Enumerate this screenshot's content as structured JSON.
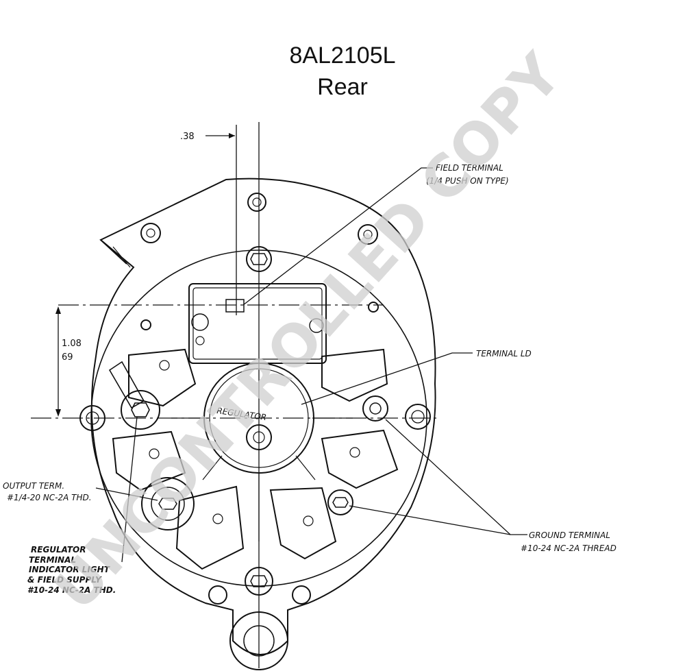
{
  "header": {
    "part_number": "8AL2105L",
    "view": "Rear"
  },
  "dimensions": {
    "top_offset": ".38",
    "height_a": "1.08",
    "height_b": "69"
  },
  "callouts": {
    "field_terminal_line1": "FIELD TERMINAL",
    "field_terminal_line2": "(1/4 PUSH ON TYPE)",
    "terminal_ld": "TERMINAL LD",
    "output_term_line1": "OUTPUT TERM.",
    "output_term_line2": "#1/4-20 NC-2A THD.",
    "ground_terminal_line1": "GROUND TERMINAL",
    "ground_terminal_line2": "#10-24 NC-2A THREAD",
    "regulator_line1": "REGULATOR",
    "regulator_line2": "TERMINAL",
    "regulator_line3": "INDICATOR LIGHT",
    "regulator_line4": "& FIELD SUPPLY",
    "regulator_line5": "#10-24 NC-2A THD."
  },
  "regulator_label": "REGULATOR",
  "watermark": "UNCONTROLLED COPY"
}
